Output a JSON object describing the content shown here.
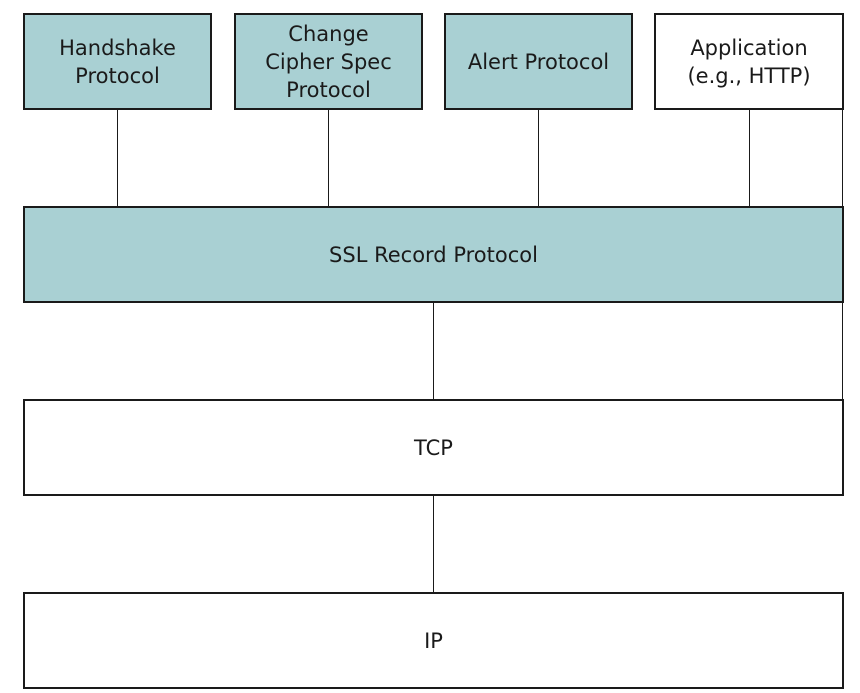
{
  "diagram": {
    "top_row": [
      {
        "label": "Handshake\nProtocol"
      },
      {
        "label": "Change\nCipher Spec\nProtocol"
      },
      {
        "label": "Alert Protocol"
      },
      {
        "label": "Application\n(e.g., HTTP)"
      }
    ],
    "record_layer": {
      "label": "SSL Record Protocol"
    },
    "transport_layer": {
      "label": "TCP"
    },
    "network_layer": {
      "label": "IP"
    }
  },
  "colors": {
    "teal_fill": "#a9d0d3",
    "white_fill": "#ffffff",
    "stroke": "#1a1a1a"
  }
}
